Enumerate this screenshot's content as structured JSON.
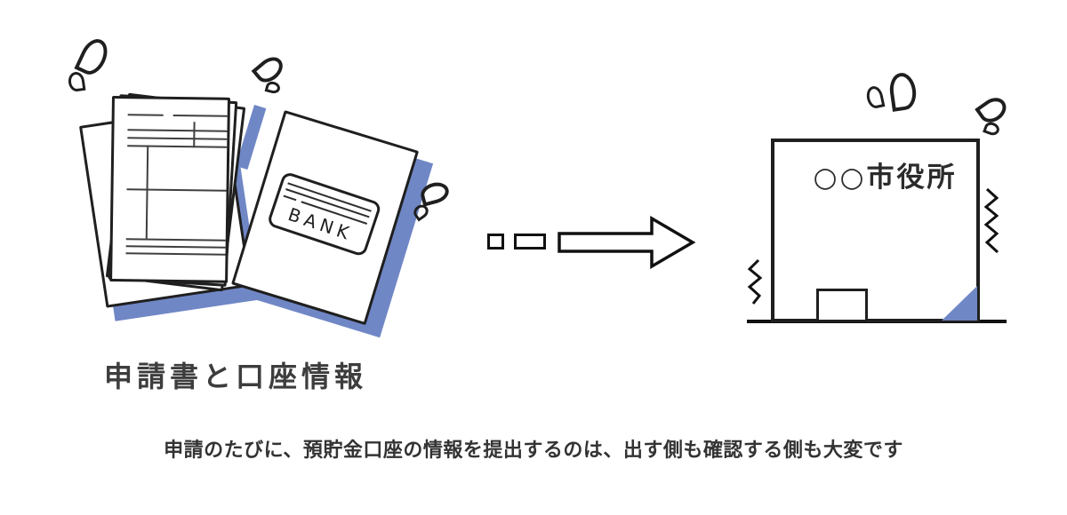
{
  "page": {
    "caption": "申請のたびに、預貯金口座の情報を提出するのは、出す側も確認する側も大変です"
  },
  "documents": {
    "label": "申請書と口座情報",
    "bank_card_label": "BANK"
  },
  "building": {
    "label": "○○市役所"
  },
  "icons": {
    "sweat_mark": "two-teardrop-fly-sweat-doodle",
    "zigzag": "shake-squiggle-line",
    "arrow": "hollow-right-arrow-with-motion-squares"
  },
  "colors": {
    "accent_blue": "#7087C6",
    "ink": "#1F1F1F",
    "text_dark": "#333333"
  }
}
